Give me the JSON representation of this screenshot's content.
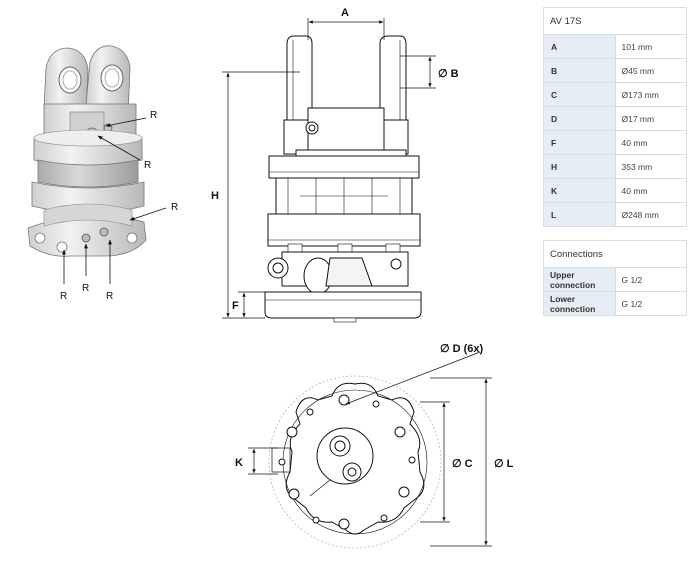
{
  "iso_view": {
    "labels": [
      "R",
      "R",
      "R",
      "R",
      "R",
      "R"
    ]
  },
  "side_view": {
    "label_a": "A",
    "label_b": "∅ B",
    "label_h": "H",
    "label_f": "F"
  },
  "bottom_view": {
    "label_d": "∅ D (6x)",
    "label_k": "K",
    "label_c": "∅ C",
    "label_l": "∅ L"
  },
  "spec_table": {
    "title": "AV 17S",
    "rows": [
      {
        "key": "A",
        "value": "101 mm"
      },
      {
        "key": "B",
        "value": "Ø45 mm"
      },
      {
        "key": "C",
        "value": "Ø173 mm"
      },
      {
        "key": "D",
        "value": "Ø17 mm"
      },
      {
        "key": "F",
        "value": "40 mm"
      },
      {
        "key": "H",
        "value": "353 mm"
      },
      {
        "key": "K",
        "value": "40 mm"
      },
      {
        "key": "L",
        "value": "Ø248 mm"
      }
    ]
  },
  "connections": {
    "title": "Connections",
    "rows": [
      {
        "key": "Upper connection",
        "value": "G 1/2"
      },
      {
        "key": "Lower connection",
        "value": "G 1/2"
      }
    ]
  },
  "colors": {
    "table_border": "#d5dde6",
    "key_bg": "#e6edf4",
    "metal_light": "#e4e4e4",
    "metal_dark": "#bdbdbd"
  }
}
